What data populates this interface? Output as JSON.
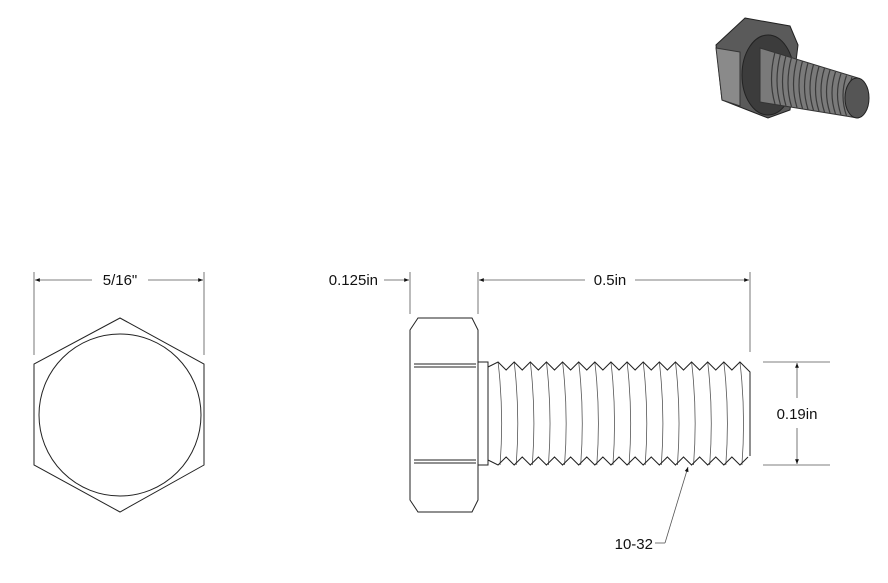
{
  "drawing": {
    "end_view": {
      "across_flats_label": "5/16\""
    },
    "side_view": {
      "head_height_label": "0.125in",
      "length_label": "0.5in",
      "diameter_label": "0.19in",
      "thread_callout": "10-32",
      "thread_count": 16
    },
    "iso_view": {
      "colors": {
        "body": "#6e6e6e",
        "dark": "#3c3c3c",
        "light": "#9a9a9a"
      }
    }
  }
}
